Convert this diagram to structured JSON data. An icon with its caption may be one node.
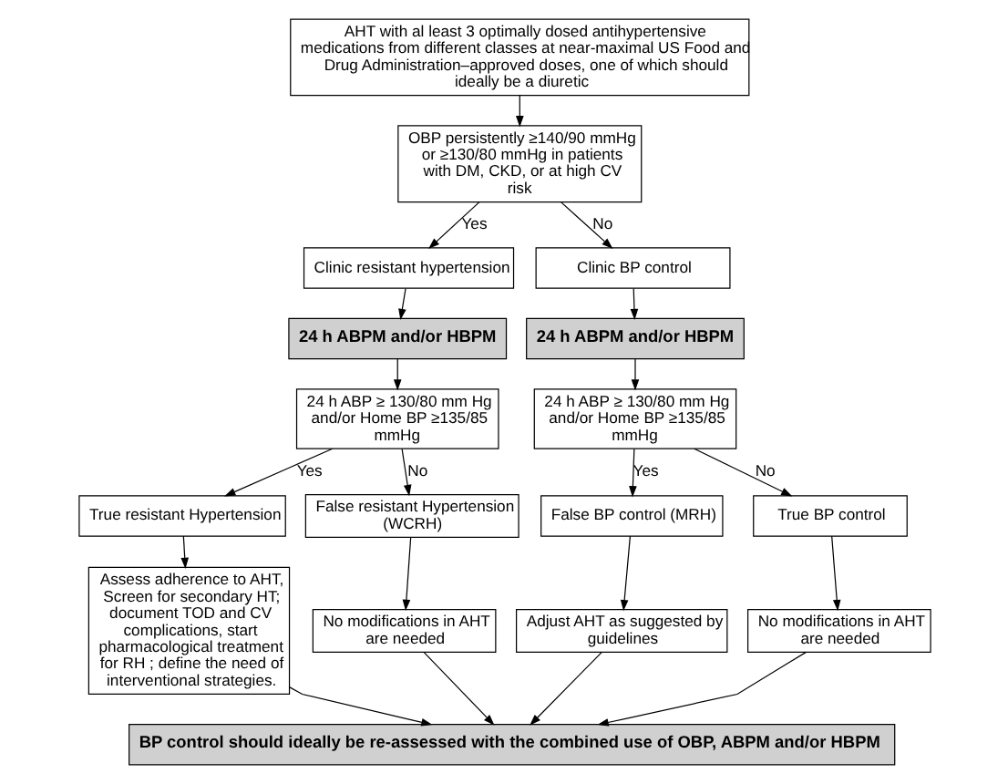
{
  "diagram": {
    "nodes": [
      {
        "text": [
          "AHT with al least 3 optimally dosed antihypertensive medications from different classes at near-maximal US Food and Drug Administration–approved doses, one of which should ideally be a diuretic"
        ]
      },
      {
        "text": [
          "OBP persistently ≥140/90 mmHg or ≥130/80 mmHg in patients with DM, CKD, or at high CV risk"
        ]
      },
      {
        "text": [
          "Clinic resistant hypertension"
        ]
      },
      {
        "text": [
          "Clinic BP control"
        ]
      },
      {
        "text": [
          "24 h ABPM and/or HBPM"
        ]
      },
      {
        "text": [
          "24 h ABPM and/or HBPM"
        ]
      },
      {
        "text": [
          "24 h ABP ≥ 130/80 mm Hg and/or Home BP ≥135/85 mmHg"
        ]
      },
      {
        "text": [
          "24 h ABP ≥ 130/80 mm Hg and/or Home BP ≥135/85 mmHg"
        ]
      },
      {
        "text": [
          "True resistant Hypertension"
        ]
      },
      {
        "text": [
          "False resistant Hypertension (WCRH)"
        ]
      },
      {
        "text": [
          "False BP control (MRH)"
        ]
      },
      {
        "text": [
          "True BP control"
        ]
      },
      {
        "text": [
          "Assess adherence to AHT, Screen for secondary HT; document TOD and CV complications, start pharmacological treatment for RH ; define the need of interventional strategies."
        ]
      },
      {
        "text": [
          "No modifications in AHT are needed"
        ]
      },
      {
        "text": [
          "Adjust AHT as suggested by guidelines"
        ]
      },
      {
        "text": [
          "No modifications in AHT are needed"
        ]
      },
      {
        "text": [
          "BP control should ideally be re-assessed with the combined use of OBP, ABPM and/or HBPM"
        ]
      }
    ],
    "edges": [
      {
        "from": 0,
        "to": 1,
        "arrow": "to"
      },
      {
        "from": 1,
        "to": 2,
        "arrow": "to",
        "label": "Yes"
      },
      {
        "from": 1,
        "to": 3,
        "arrow": "to",
        "label": "No"
      },
      {
        "from": 2,
        "to": 4,
        "arrow": "to"
      },
      {
        "from": 3,
        "to": 5,
        "arrow": "to"
      },
      {
        "from": 4,
        "to": 6,
        "arrow": "to"
      },
      {
        "from": 5,
        "to": 7,
        "arrow": "to"
      },
      {
        "from": 6,
        "to": 8,
        "arrow": "to",
        "label": "Yes"
      },
      {
        "from": 6,
        "to": 9,
        "arrow": "to",
        "label": "No"
      },
      {
        "from": 7,
        "to": 10,
        "arrow": "to",
        "label": "Yes"
      },
      {
        "from": 7,
        "to": 11,
        "arrow": "to",
        "label": "No"
      },
      {
        "from": 8,
        "to": 12,
        "arrow": "to"
      },
      {
        "from": 9,
        "to": 13,
        "arrow": "to"
      },
      {
        "from": 10,
        "to": 14,
        "arrow": "to"
      },
      {
        "from": 11,
        "to": 15,
        "arrow": "to"
      },
      {
        "from": 12,
        "to": 16,
        "arrow": "to"
      },
      {
        "from": 13,
        "to": 16,
        "arrow": "to"
      },
      {
        "from": 14,
        "to": 16,
        "arrow": "to"
      },
      {
        "from": 15,
        "to": 16,
        "arrow": "to"
      }
    ]
  }
}
